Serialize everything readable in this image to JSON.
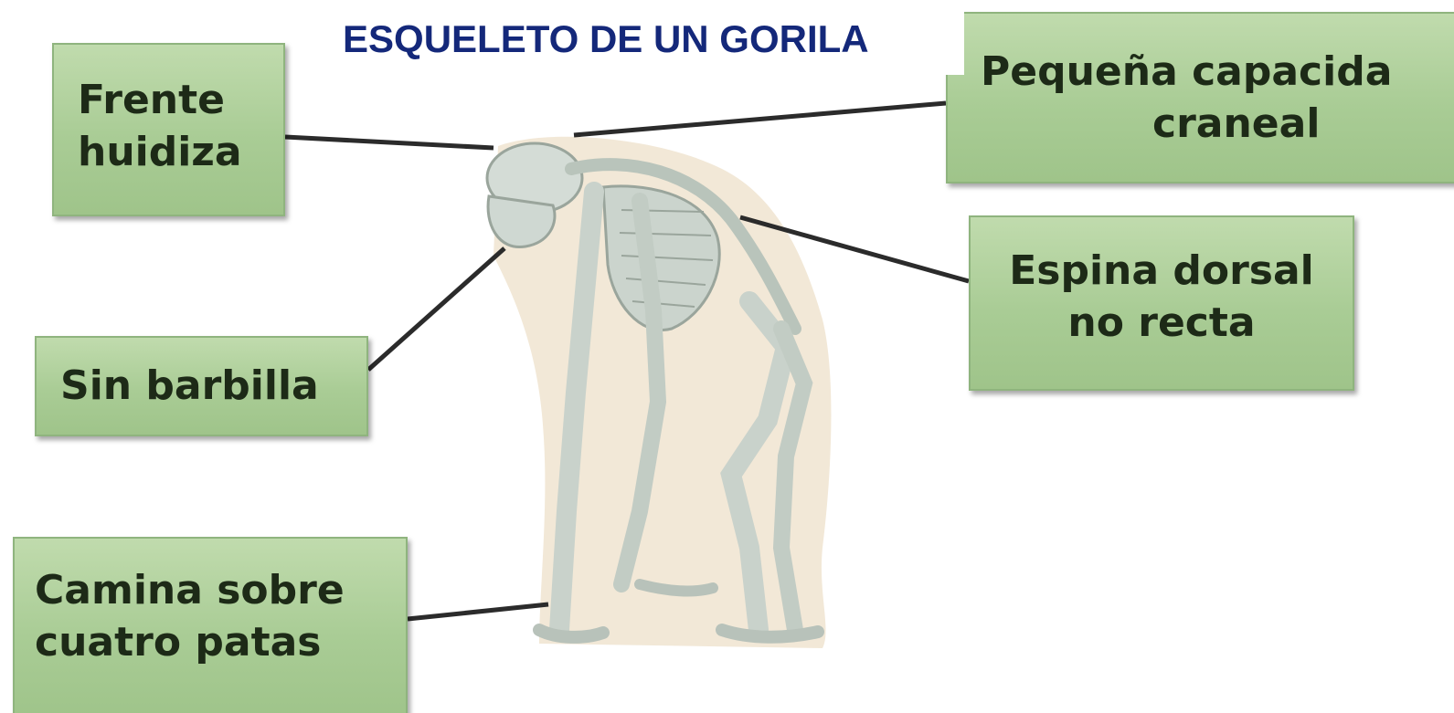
{
  "title": "ESQUELETO DE UN GORILA",
  "labels": {
    "frente": [
      "Frente",
      "huidiza"
    ],
    "pequena": [
      "Pequeña capacida",
      "craneal"
    ],
    "espina": [
      "Espina dorsal",
      "no recta"
    ],
    "barbilla": [
      "Sin barbilla"
    ],
    "camina": [
      "Camina sobre",
      "cuatro patas"
    ]
  },
  "colors": {
    "title": "#14287a",
    "box_fill": "#a9cc95",
    "box_border": "#8fb47e",
    "label_text": "#1d2a17",
    "leader_line": "#2b2b2b",
    "bone": "#d4dcd6",
    "silhouette": "#f1e6d3"
  }
}
